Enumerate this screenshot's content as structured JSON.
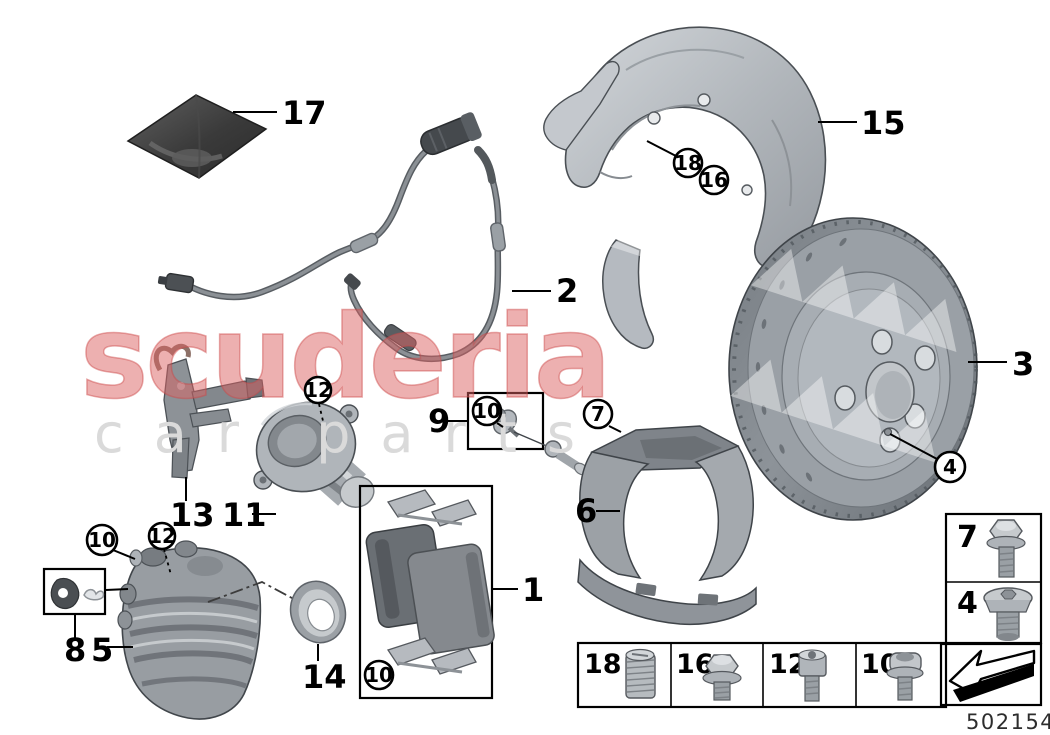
{
  "watermark": {
    "line1": "scuderia",
    "line2": "car  parts",
    "red_color": "#db6262",
    "gray_color": "#dadada"
  },
  "footer": {
    "doc_number": "502154"
  },
  "callouts": {
    "plain": {
      "p17": "17",
      "p2": "2",
      "p15": "15",
      "p3": "3",
      "p9": "9",
      "p6": "6",
      "p1": "1",
      "p11": "11",
      "p13": "13",
      "p8": "8",
      "p5": "5",
      "p14": "14"
    },
    "circled": {
      "c18": "18",
      "c16": "16",
      "c4": "4",
      "c7": "7",
      "c10_bleeder": "10",
      "c12_motor": "12",
      "c10_caliper": "10",
      "c12_caliper": "12",
      "c10_pads": "10"
    }
  },
  "legend": {
    "row_cells": [
      {
        "num": "18",
        "icon": "threaded-insert-icon"
      },
      {
        "num": "16",
        "icon": "hex-flange-bolt-icon"
      },
      {
        "num": "12",
        "icon": "socket-head-screw-icon"
      },
      {
        "num": "10",
        "icon": "torx-flange-bolt-icon"
      }
    ],
    "col_cells": [
      {
        "num": "7",
        "icon": "hex-flange-bolt-long-icon"
      },
      {
        "num": "4",
        "icon": "countersunk-plug-screw-icon"
      }
    ],
    "arrow_icon": "direction-arrow-icon"
  }
}
